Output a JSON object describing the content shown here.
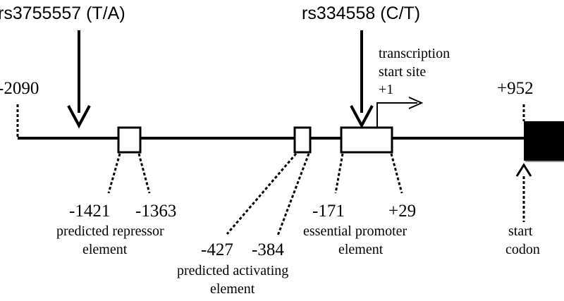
{
  "snps": {
    "left": "rs3755557 (T/A)",
    "right": "rs334558 (C/T)"
  },
  "coordinates": {
    "upstream_end": "-2090",
    "downstream_end": "+952"
  },
  "tss": {
    "line1": "transcription",
    "line2": "start site",
    "line3": "+1"
  },
  "repressor": {
    "start": "-1421",
    "end": "-1363",
    "label_line1": "predicted repressor",
    "label_line2": "element"
  },
  "activating": {
    "start": "-427",
    "end": "-384",
    "label_line1": "predicted activating",
    "label_line2": "element"
  },
  "promoter": {
    "start": "-171",
    "end": "+29",
    "label_line1": "essential promoter",
    "label_line2": "element"
  },
  "start_codon": {
    "label_line1": "start",
    "label_line2": "codon"
  }
}
